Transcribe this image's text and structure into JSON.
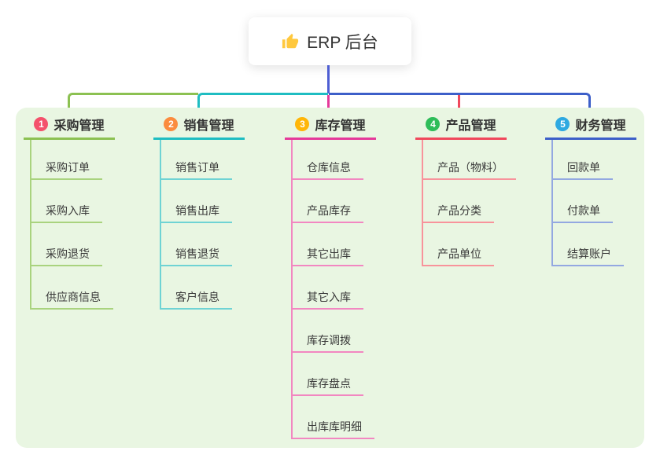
{
  "root": {
    "title": "ERP 后台",
    "icon": "thumbs-up-icon"
  },
  "branches": [
    {
      "num": "1",
      "label": "采购管理",
      "badge_color": "#F4516C",
      "line_color": "#8CC152",
      "light_color": "#A9D37E",
      "children": [
        "采购订单",
        "采购入库",
        "采购退货",
        "供应商信息"
      ]
    },
    {
      "num": "2",
      "label": "销售管理",
      "badge_color": "#FB8C3F",
      "line_color": "#1FBDC2",
      "light_color": "#6FD3D4",
      "children": [
        "销售订单",
        "销售出库",
        "销售退货",
        "客户信息"
      ]
    },
    {
      "num": "3",
      "label": "库存管理",
      "badge_color": "#FFB608",
      "line_color": "#E5399A",
      "light_color": "#F287C1",
      "children": [
        "仓库信息",
        "产品库存",
        "其它出库",
        "其它入库",
        "库存调拨",
        "库存盘点",
        "出库库明细"
      ]
    },
    {
      "num": "4",
      "label": "产品管理",
      "badge_color": "#2EBD59",
      "line_color": "#F0485C",
      "light_color": "#F8939B",
      "children": [
        "产品（物料）",
        "产品分类",
        "产品单位"
      ]
    },
    {
      "num": "5",
      "label": "财务管理",
      "badge_color": "#2EA9E1",
      "line_color": "#3D5FC9",
      "light_color": "#93A8E1",
      "children": [
        "回款单",
        "付款单",
        "结算账户"
      ]
    }
  ],
  "colors": {
    "root_line": "#4E5ED3",
    "panel_bg": "#E9F6E2",
    "canvas_bg": "#FFFFFF",
    "text": "#333333"
  }
}
